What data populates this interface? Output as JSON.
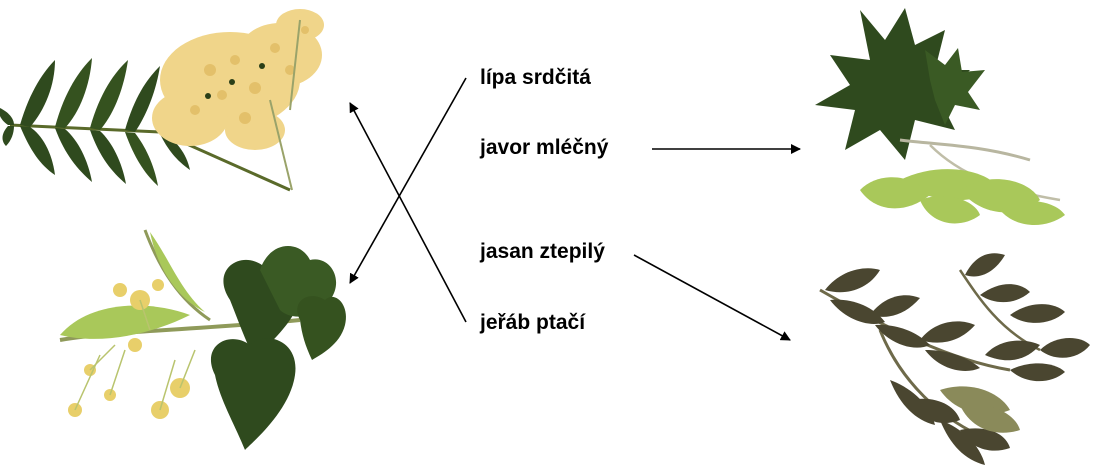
{
  "labels": {
    "lipa": "lípa srdčitá",
    "javor": "javor mléčný",
    "jasan": "jasan ztepilý",
    "jerab": "jeřáb ptačí"
  },
  "pictures": {
    "rowan": "jerab-flowering-branch-picture",
    "linden": "lipa-branch-picture",
    "maple": "javor-branch-picture",
    "ash": "jasan-branch-picture"
  },
  "colors": {
    "leaf_dark": "#2f4a1e",
    "leaf_mid": "#3e5f2a",
    "leaf_light": "#a9c85a",
    "flower": "#f0d58a",
    "ash_leaf": "#4a4a2a",
    "stem": "#9aa36a",
    "line": "#000000"
  }
}
